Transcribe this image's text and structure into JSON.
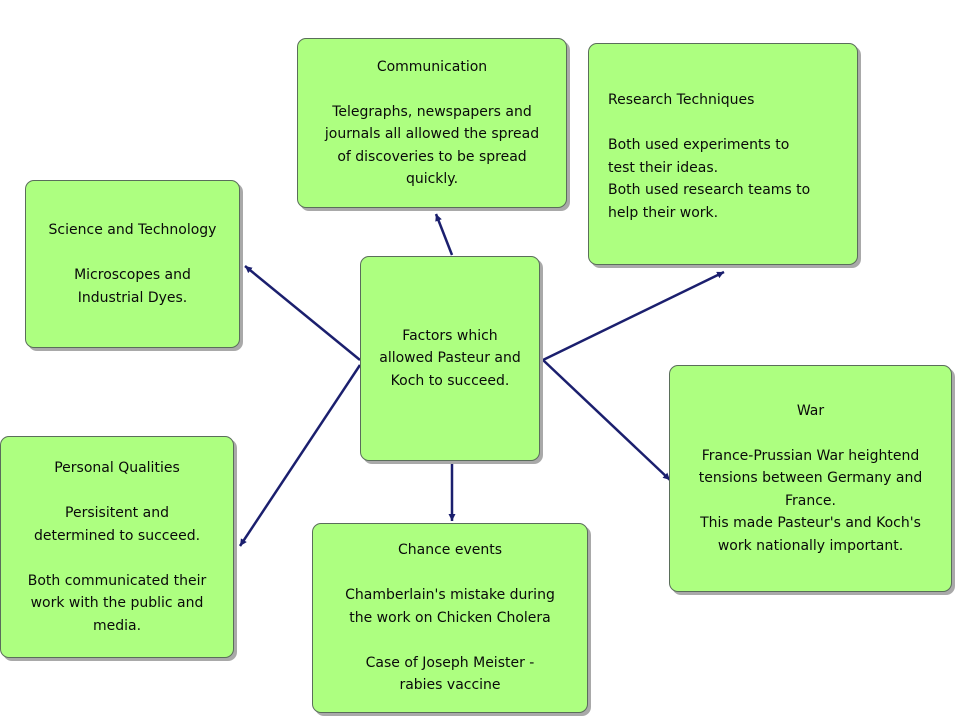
{
  "colors": {
    "box_fill": "#ADFF80",
    "arrow": "#1b1f6e"
  },
  "nodes": {
    "center": [
      "Factors which",
      "allowed Pasteur and",
      "Koch to succeed."
    ],
    "communication": [
      "Communication",
      "",
      "Telegraphs, newspapers and",
      "journals all allowed the spread",
      "of discoveries to be spread",
      "quickly."
    ],
    "research": [
      "Research Techniques",
      "",
      "Both used experiments to",
      "test their ideas.",
      "Both used research teams to",
      "help their work."
    ],
    "science": [
      "Science and Technology",
      "",
      "Microscopes and",
      "Industrial Dyes."
    ],
    "war": [
      "War",
      "",
      "France-Prussian War heightend",
      "tensions between Germany and",
      "France.",
      "This made Pasteur's and Koch's",
      "work nationally important."
    ],
    "personal": [
      "Personal Qualities",
      "",
      "Persisitent and",
      "determined to succeed.",
      "",
      "Both communicated their",
      "work with the public and",
      "media."
    ],
    "chance": [
      "Chance events",
      "",
      "Chamberlain's mistake during",
      "the work on Chicken Cholera",
      "",
      "Case of Joseph Meister -",
      "rabies vaccine"
    ]
  }
}
